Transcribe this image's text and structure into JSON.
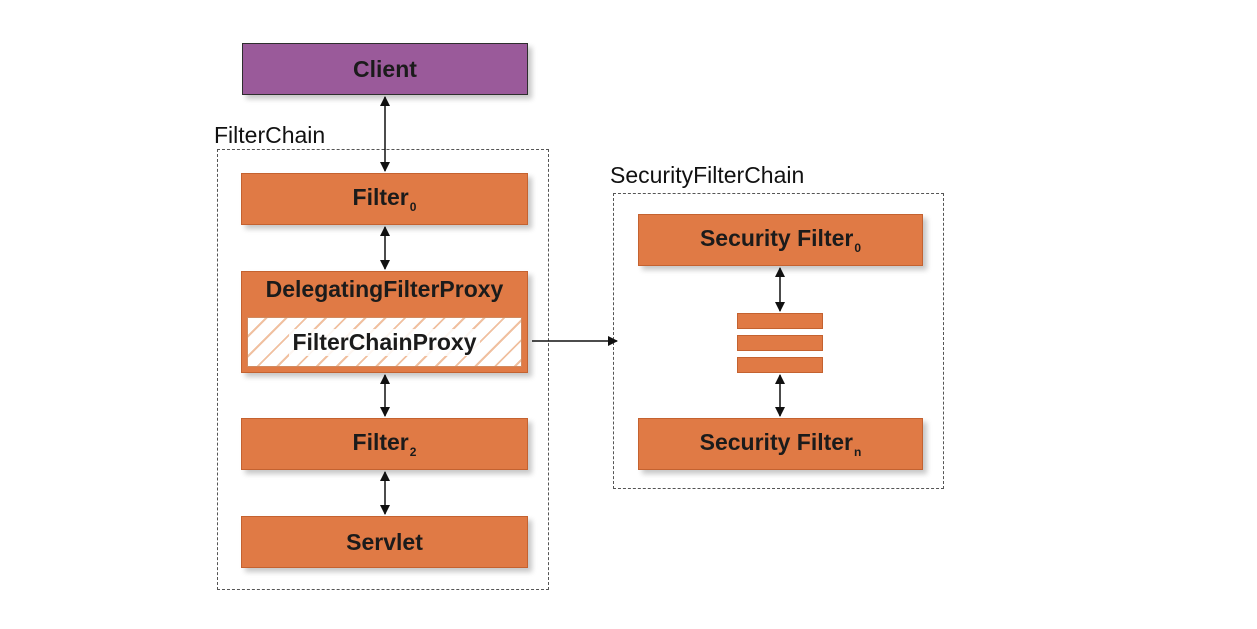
{
  "client": {
    "label": "Client"
  },
  "filter_chain": {
    "title": "FilterChain",
    "filter0": {
      "label": "Filter",
      "subscript": "0"
    },
    "delegating_proxy": {
      "label": "DelegatingFilterProxy",
      "inner_label": "FilterChainProxy"
    },
    "filter2": {
      "label": "Filter",
      "subscript": "2"
    },
    "servlet": {
      "label": "Servlet"
    }
  },
  "security_filter_chain": {
    "title": "SecurityFilterChain",
    "security_filter0": {
      "label": "Security Filter",
      "subscript": "0"
    },
    "security_filtern": {
      "label": "Security Filter",
      "subscript": "n"
    }
  },
  "colors": {
    "filter_fill": "#e07a45",
    "client_fill": "#9a5a9a",
    "group_border": "#555555",
    "arrow": "#111111"
  }
}
